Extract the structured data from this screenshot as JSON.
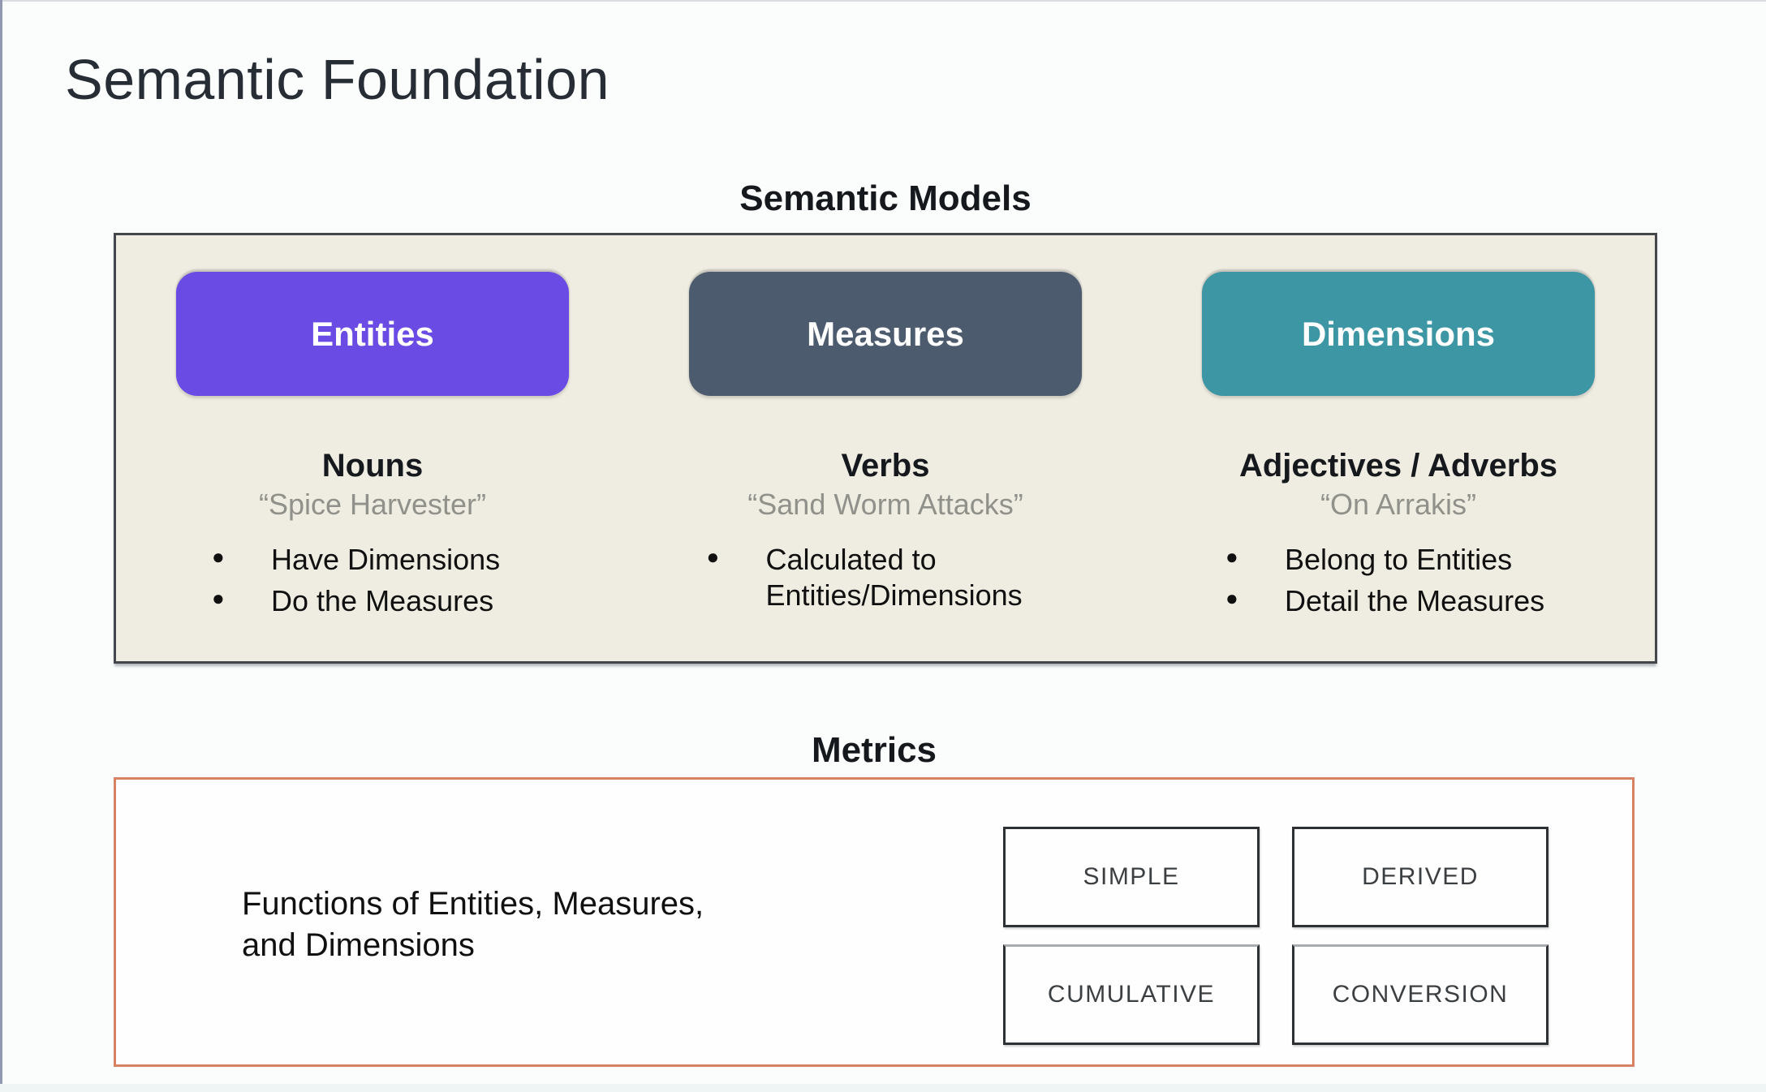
{
  "page": {
    "title": "Semantic Foundation"
  },
  "semantic_models": {
    "heading": "Semantic Models",
    "columns": [
      {
        "name": "Entities",
        "part_of_speech": "Nouns",
        "example": "“Spice Harvester”",
        "bullets": [
          "Have Dimensions",
          "Do the Measures"
        ],
        "color": "#6a4be4"
      },
      {
        "name": "Measures",
        "part_of_speech": "Verbs",
        "example": "“Sand Worm Attacks”",
        "bullets": [
          "Calculated to Entities/Dimensions"
        ],
        "color": "#4d5b6e"
      },
      {
        "name": "Dimensions",
        "part_of_speech": "Adjectives / Adverbs",
        "example": "“On Arrakis”",
        "bullets": [
          "Belong to Entities",
          "Detail the Measures"
        ],
        "color": "#3d96a3"
      }
    ]
  },
  "metrics": {
    "heading": "Metrics",
    "description_line1": "Functions of Entities, Measures,",
    "description_line2": "and Dimensions",
    "types": [
      "SIMPLE",
      "DERIVED",
      "CUMULATIVE",
      "CONVERSION"
    ],
    "border_color": "#d88264"
  },
  "colors": {
    "models_panel_bg": "#efede2",
    "models_panel_border": "#43474b",
    "page_bg": "#fbfdfc",
    "entities": "#6a4be4",
    "measures": "#4d5b6e",
    "dimensions": "#3d96a3",
    "metrics_border": "#d88264"
  }
}
